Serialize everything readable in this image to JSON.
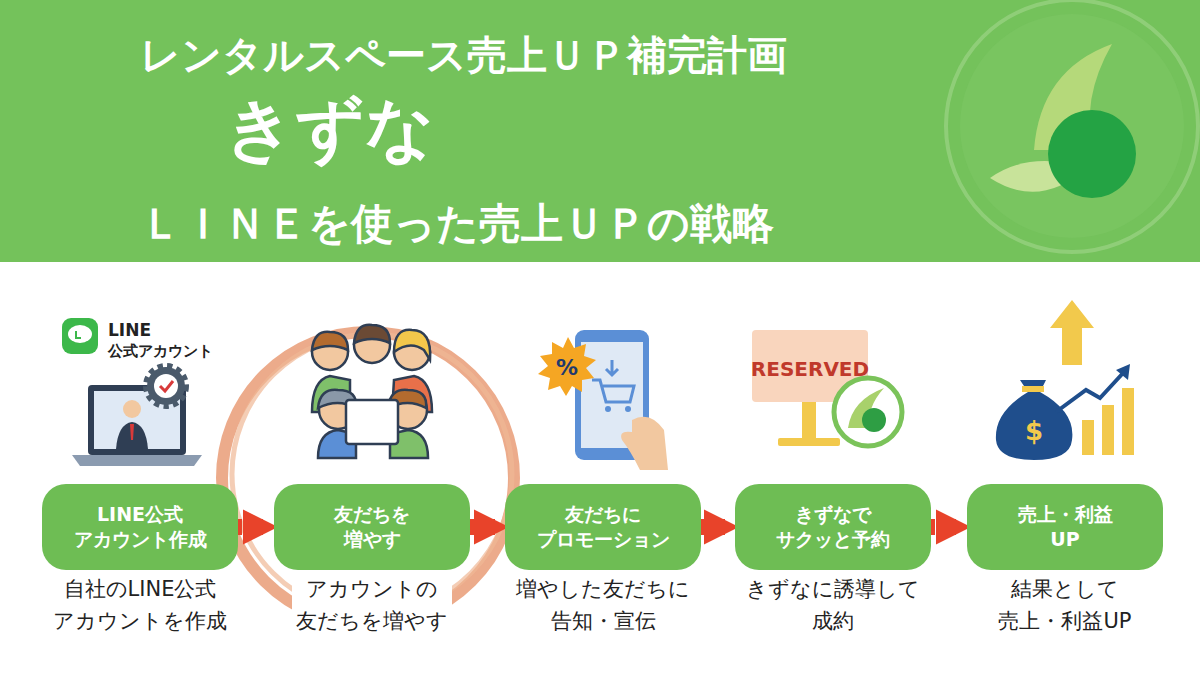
{
  "diagram": {
    "nodes": [
      {
        "text": [
          "レンタルスペース売上ＵＰ補完計画",
          "きずな",
          "ＬＩＮＥを使った売上ＵＰの戦略"
        ]
      },
      {
        "text": [
          "LINE公式 アカウント作成"
        ]
      },
      {
        "text": [
          "友だちを 増やす"
        ]
      },
      {
        "text": [
          "友だちに プロモーション"
        ]
      },
      {
        "text": [
          "きずなで サクッと予約"
        ]
      },
      {
        "text": [
          "売上・利益 UP"
        ]
      }
    ],
    "edges": [
      {
        "from": 1,
        "to": 2,
        "arrow": "to"
      },
      {
        "from": 2,
        "to": 3,
        "arrow": "to"
      },
      {
        "from": 3,
        "to": 4,
        "arrow": "to"
      },
      {
        "from": 4,
        "to": 5,
        "arrow": "to"
      }
    ],
    "labels": [
      "LINE",
      "公式アカウント",
      "%",
      "RESERVED",
      "$",
      "自社のLINE公式 アカウントを作成",
      "アカウントの 友だちを増やす",
      "増やした友だちに 告知・宣伝",
      "きずなに誘導して 成約",
      "結果として 売上・利益UP"
    ]
  }
}
